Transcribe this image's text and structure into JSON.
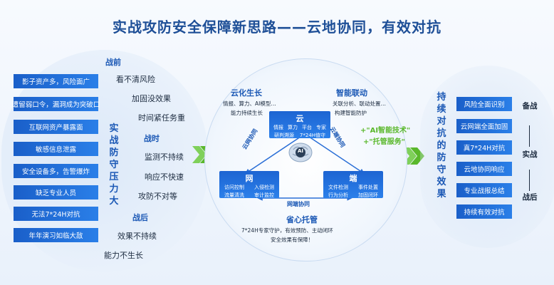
{
  "title": "实战攻防安全保障新思路——云地协同，有效对抗",
  "left_boxes": [
    "影子资产多，风险面广",
    "遭留弱口令，漏洞成为突破口",
    "互联网资产暴露面",
    "敏感信息泄露",
    "安全设备多，告警爆炸",
    "缺乏专业人员",
    "无法7*24H对抗",
    "年年演习如临大敌"
  ],
  "left_vertical": "实战防守压力大",
  "left_headings": {
    "before": "战前",
    "during": "战时",
    "after": "战后"
  },
  "left_items": [
    "看不清风险",
    "加固没效果",
    "时间紧任务重",
    "监测不持续",
    "响应不快速",
    "攻防不对等",
    "效果不持续",
    "能力不生长"
  ],
  "center": {
    "cloud_growth": {
      "title": "云化生长",
      "line1": "情报、算力、AI模型…",
      "line2": "能力持续生长"
    },
    "smart_link": {
      "title": "智能联动",
      "line1": "关联分析、联动处置…",
      "line2": "构建智能防护"
    },
    "cloud_node": {
      "title": "云",
      "row1": [
        "情报",
        "算力",
        "平台",
        "专家"
      ],
      "row2": [
        "研判溯源",
        "7*24H值守"
      ]
    },
    "net_node": {
      "title": "网",
      "row1": [
        "访问控制",
        "入侵检测"
      ],
      "row2": [
        "流量清洗",
        "审计监控"
      ]
    },
    "endpoint_node": {
      "title": "端",
      "row1": [
        "文件检测",
        "事件处置"
      ],
      "row2": [
        "行为分析",
        "加固闭环"
      ]
    },
    "ai_label": "AI",
    "edge_cloud_net": "云网协同",
    "edge_cloud_end": "云端协同",
    "edge_net_end": "网端协同",
    "managed": {
      "title": "省心托管",
      "line1": "7*24H专家守护，有效预防、主动闭环",
      "line2": "安全效果有保障！"
    },
    "plus1": "+\"AI智能技术\"",
    "plus2": "+\"托管服务\""
  },
  "right_vertical": "持续对抗的防守效果",
  "right_boxes": [
    "风险全面识别",
    "云网端全面加固",
    "真7*24H对抗",
    "云地协同响应",
    "专业战报总结",
    "持续有效对抗"
  ],
  "right_stages": {
    "before": "备战",
    "during": "实战",
    "after": "战后"
  },
  "colors": {
    "primary_blue": "#1d64d2",
    "title_blue": "#1e4f97",
    "accent_green": "#5ab82b"
  }
}
